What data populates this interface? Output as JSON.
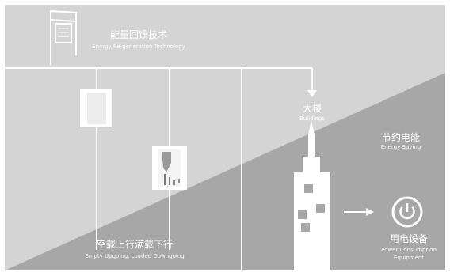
{
  "labels": {
    "regen_zh": "能量回馈技术",
    "regen_en": "Energy Re-generation Technology",
    "buildings_zh": "大楼",
    "buildings_en": "Buildings",
    "saving_zh": "节约电能",
    "saving_en": "Energy Saving",
    "elevator_zh": "空载上行满载下行",
    "elevator_en": "Empty Upgoing, Loaded Downgoing",
    "equipment_zh": "用电设备",
    "equipment_en_line1": "Power Consumption",
    "equipment_en_line2": "Equipment"
  },
  "colors": {
    "panel_light": "#d4d4d4",
    "panel_dark": "#a7a7a7",
    "line": "#ffffff"
  },
  "icons": {
    "device": "regen-device-icon",
    "building": "skyscraper-icon",
    "power": "power-button-icon",
    "elevator_empty": "elevator-empty-icon",
    "elevator_loaded": "elevator-loaded-icon"
  }
}
